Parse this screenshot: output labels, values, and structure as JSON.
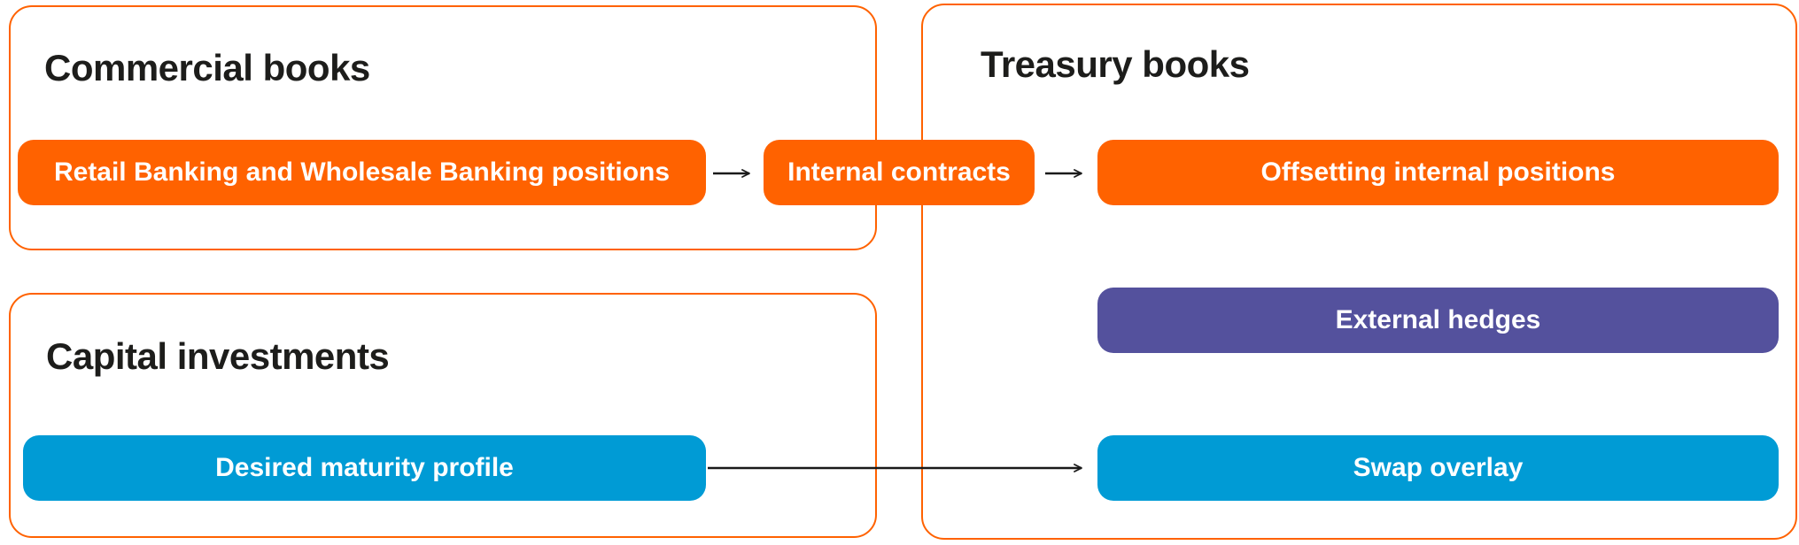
{
  "diagram": {
    "groups": {
      "commercial": {
        "title": "Commercial books"
      },
      "capital": {
        "title": "Capital investments"
      },
      "treasury": {
        "title": "Treasury books"
      }
    },
    "nodes": {
      "retail": {
        "label": "Retail Banking and Wholesale Banking positions",
        "color": "#FF6200"
      },
      "internal": {
        "label": "Internal contracts",
        "color": "#FF6200"
      },
      "offsetting": {
        "label": "Offsetting internal positions",
        "color": "#FF6200"
      },
      "external": {
        "label": "External hedges",
        "color": "#54519D"
      },
      "swap": {
        "label": "Swap overlay",
        "color": "#009BD5"
      },
      "desired": {
        "label": "Desired maturity profile",
        "color": "#009BD5"
      }
    },
    "edges": [
      {
        "from": "retail",
        "to": "internal"
      },
      {
        "from": "internal",
        "to": "offsetting"
      },
      {
        "from": "desired",
        "to": "swap"
      }
    ],
    "colors": {
      "group_border": "#FF6200",
      "arrow": "#1A1A1A",
      "title_text": "#1D1D1B",
      "pill_text": "#FFFFFF",
      "background": "#FFFFFF"
    }
  }
}
